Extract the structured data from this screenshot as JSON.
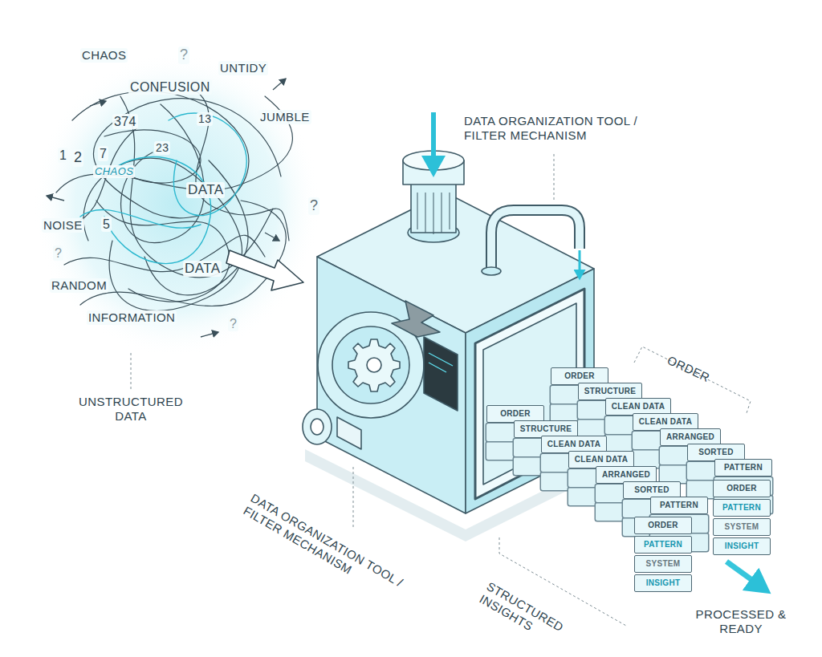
{
  "diagram": {
    "nodes": [
      {
        "text": [
          "ORDER"
        ]
      },
      {
        "text": [
          "STRUCTURE"
        ]
      },
      {
        "text": [
          "CLEAN DATA"
        ]
      },
      {
        "text": [
          "CLEAN DATA"
        ]
      },
      {
        "text": [
          "ARRANGED"
        ]
      },
      {
        "text": [
          "SORTED"
        ]
      },
      {
        "text": [
          "PATTERN"
        ]
      },
      {
        "text": [
          "ORDER"
        ]
      },
      {
        "text": [
          "STRUCTURE"
        ]
      },
      {
        "text": [
          "CLEAN DATA"
        ]
      },
      {
        "text": [
          "CLEAN DATA"
        ]
      },
      {
        "text": [
          "ARRANGED"
        ]
      },
      {
        "text": [
          "SORTED"
        ]
      },
      {
        "text": [
          "PATTERN"
        ]
      },
      {
        "text": [
          "ORDER"
        ]
      },
      {
        "text": [
          "PATTERN"
        ]
      },
      {
        "text": [
          "SYSTEM"
        ]
      },
      {
        "text": [
          "INSIGHT"
        ]
      },
      {
        "text": [
          "ORDER"
        ]
      },
      {
        "text": [
          "PATTERN"
        ]
      },
      {
        "text": [
          "SYSTEM"
        ]
      },
      {
        "text": [
          "INSIGHT"
        ]
      }
    ],
    "labels": [
      "CHAOS",
      "?",
      "UNTIDY",
      "CONFUSION",
      "JUMBLE",
      "374",
      "13",
      "23",
      "1",
      "2",
      "7",
      "CHAOS",
      "DATA",
      "NOISE",
      "5",
      "?",
      "?",
      "DATA",
      "RANDOM",
      "INFORMATION",
      "?",
      "UNSTRUCTURED DATA",
      "DATA ORGANIZATION TOOL / FILTER MECHANISM",
      "ORDER",
      "DATA ORGANIZATION TOOL / FILTER MECHANISM",
      "STRUCTURED INSIGHTS",
      "PROCESSED & READY"
    ]
  }
}
